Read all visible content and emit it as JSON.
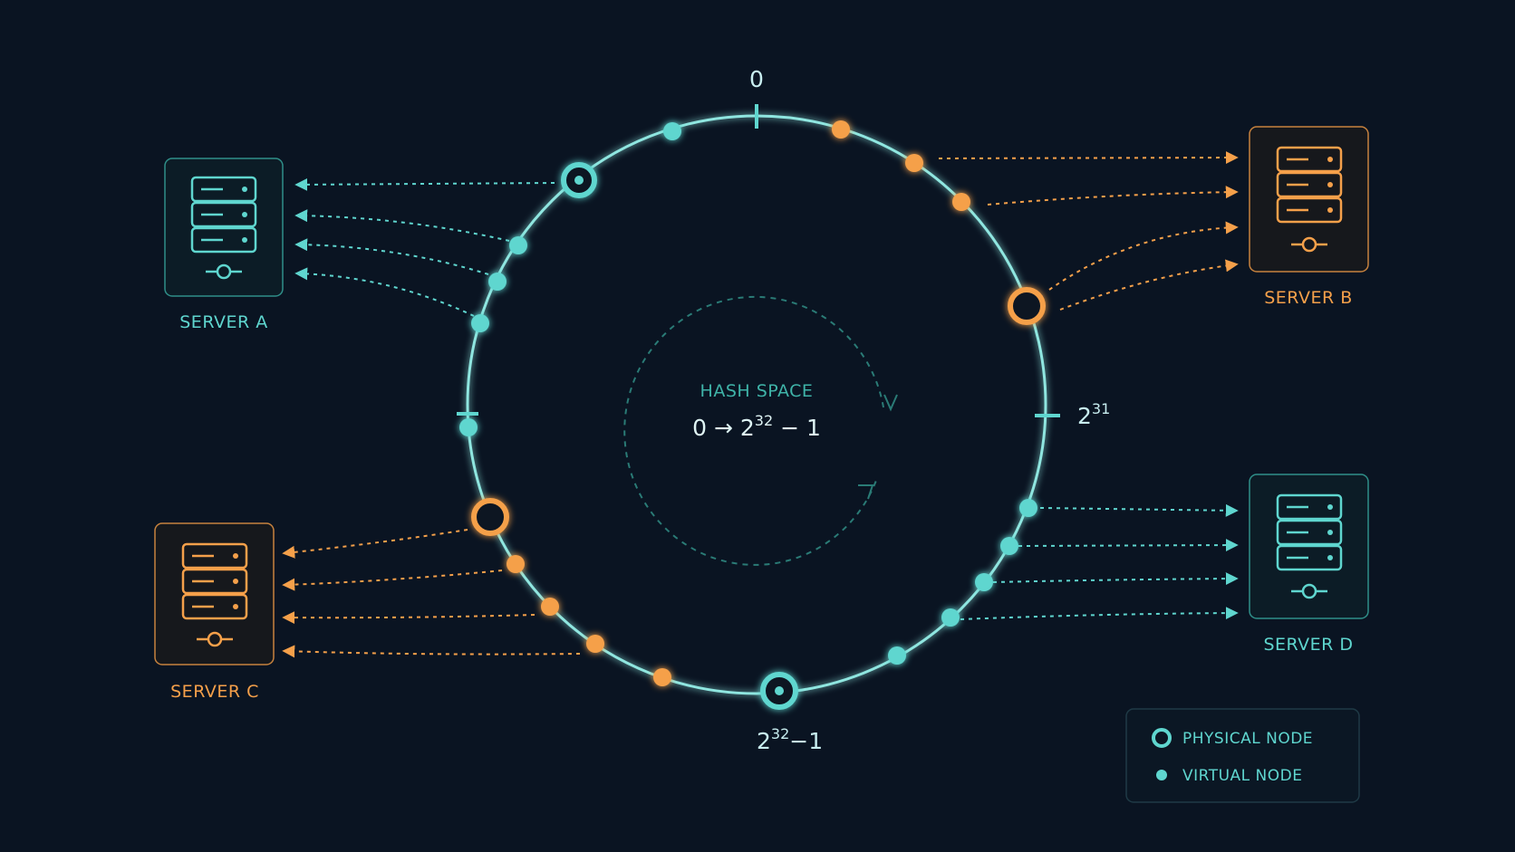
{
  "ring": {
    "tick_top": "0",
    "tick_right_base": "2",
    "tick_right_exp": "31",
    "tick_bottom_base": "2",
    "tick_bottom_exp": "32",
    "tick_bottom_suffix": "−1"
  },
  "center": {
    "title": "HASH SPACE",
    "range_prefix": "0 → 2",
    "range_exp": "32",
    "range_suffix": " − 1"
  },
  "servers": {
    "a": {
      "label": "SERVER A",
      "color": "#5fd6cf"
    },
    "b": {
      "label": "SERVER B",
      "color": "#f5a04a"
    },
    "c": {
      "label": "SERVER C",
      "color": "#f5a04a"
    },
    "d": {
      "label": "SERVER D",
      "color": "#5fd6cf"
    }
  },
  "legend": {
    "physical": "PHYSICAL NODE",
    "virtual": "VIRTUAL NODE"
  },
  "colors": {
    "background": "#0a1422",
    "teal": "#5fd6cf",
    "orange": "#f5a04a",
    "ring": "#8fe6e0"
  }
}
